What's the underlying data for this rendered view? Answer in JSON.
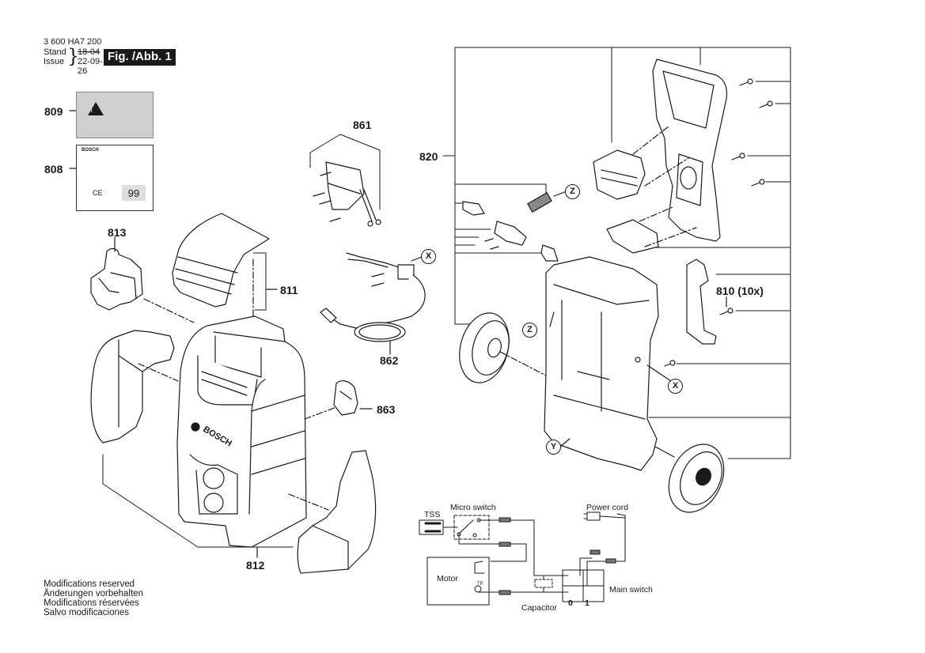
{
  "header": {
    "document_number": "3 600 HA7 200",
    "stand_label": "Stand",
    "issue_label": "Issue",
    "stand_date_struck": "18-04",
    "issue_date": "22-09-26",
    "figure_badge": "Fig. /Abb. 1"
  },
  "part_labels": {
    "p809": "809",
    "p808": "808",
    "p813": "813",
    "p811": "811",
    "p812": "812",
    "p861": "861",
    "p862": "862",
    "p863": "863",
    "p820": "820",
    "p810": "810 (10x)"
  },
  "callouts": {
    "x1": "X",
    "x2": "X",
    "z1": "Z",
    "z2": "Z",
    "y1": "Y"
  },
  "sticker_808": {
    "brand": "BOSCH",
    "marks": "CE",
    "sound_level": "99"
  },
  "wiring_diagram": {
    "tss": "TSS",
    "micro_switch": "Micro switch",
    "power_cord": "Power cord",
    "motor": "Motor",
    "tp": "TP",
    "main_switch": "Main switch",
    "capacitor": "Capacitor",
    "switch_pos_off": "0",
    "switch_pos_on": "1"
  },
  "footer": {
    "modifications": [
      "Modifications reserved",
      "Änderungen vorbehalten",
      "Modifications réservées",
      "Salvo modificaciones"
    ]
  }
}
